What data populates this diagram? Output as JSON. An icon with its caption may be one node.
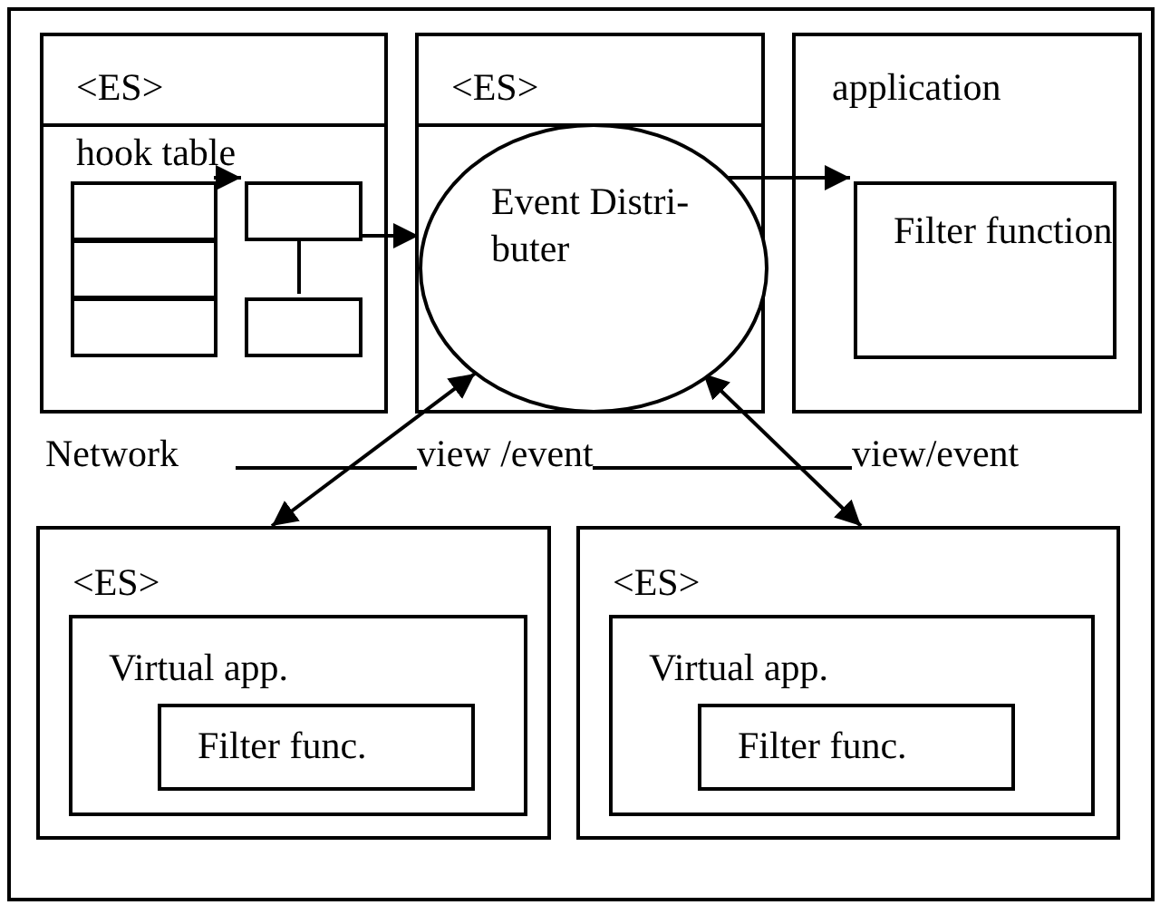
{
  "diagram": {
    "nodes": [
      {
        "text": [
          "<ES>",
          "hook table"
        ]
      },
      {
        "text": [],
        "shape": "box",
        "in": 0
      },
      {
        "text": [],
        "shape": "box",
        "in": 0
      },
      {
        "text": [],
        "shape": "box",
        "in": 0
      },
      {
        "text": [],
        "shape": "box",
        "in": 0
      },
      {
        "text": [],
        "shape": "box",
        "in": 0
      },
      {
        "text": [
          "<ES>"
        ]
      },
      {
        "text": [
          "Event Distri- buter"
        ],
        "in": 6
      },
      {
        "text": [
          "application"
        ]
      },
      {
        "text": [
          "Filter function"
        ],
        "in": 8
      },
      {
        "text": [
          "<ES>"
        ]
      },
      {
        "text": [
          "Virtual app."
        ],
        "in": 10
      },
      {
        "text": [
          "Filter func."
        ],
        "in": 11
      },
      {
        "text": [
          "<ES>"
        ]
      },
      {
        "text": [
          "Virtual app."
        ],
        "in": 13
      },
      {
        "text": [
          "Filter func."
        ],
        "in": 14
      }
    ],
    "edges": [
      {
        "from": 1,
        "to": 4,
        "arrow": "to"
      },
      {
        "from": 4,
        "to": 5,
        "arrow": "none"
      },
      {
        "from": 4,
        "to": 7,
        "arrow": "to"
      },
      {
        "from": 7,
        "to": 9,
        "arrow": "to"
      },
      {
        "from": 7,
        "to": 10,
        "arrow": "both",
        "label": "view /event"
      },
      {
        "from": 7,
        "to": 13,
        "arrow": "both",
        "label": "view/event"
      }
    ],
    "labels": [
      "Network"
    ]
  }
}
